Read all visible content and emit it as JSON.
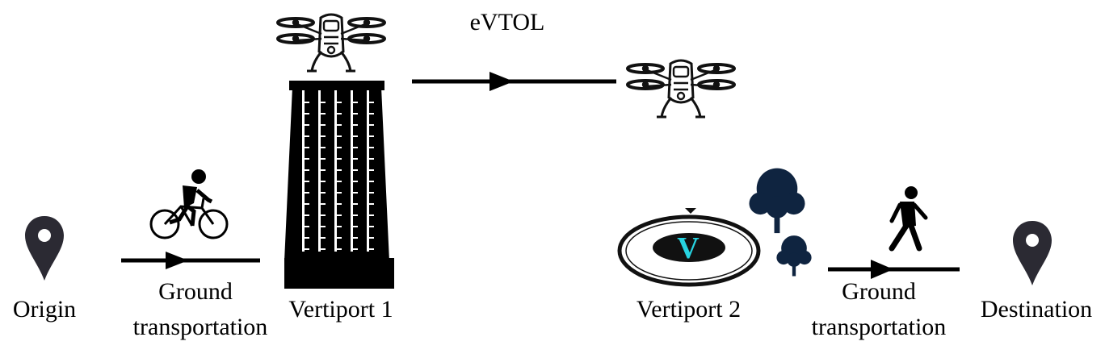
{
  "labels": {
    "origin": "Origin",
    "ground1_line1": "Ground",
    "ground1_line2": "transportation",
    "vertiport1": "Vertiport 1",
    "evtol": "eVTOL",
    "vertiport2": "Vertiport 2",
    "ground2_line1": "Ground",
    "ground2_line2": "transportation",
    "destination": "Destination",
    "pad_letter": "V"
  },
  "colors": {
    "ink": "#000000",
    "pin": "#2b2a33",
    "tree": "#0f2440",
    "pad_letter": "#27d3e0"
  },
  "icons": [
    "location-pin-icon",
    "bicycle-icon",
    "building-icon",
    "drone-icon",
    "helipad-icon",
    "tree-icon",
    "walking-person-icon"
  ]
}
